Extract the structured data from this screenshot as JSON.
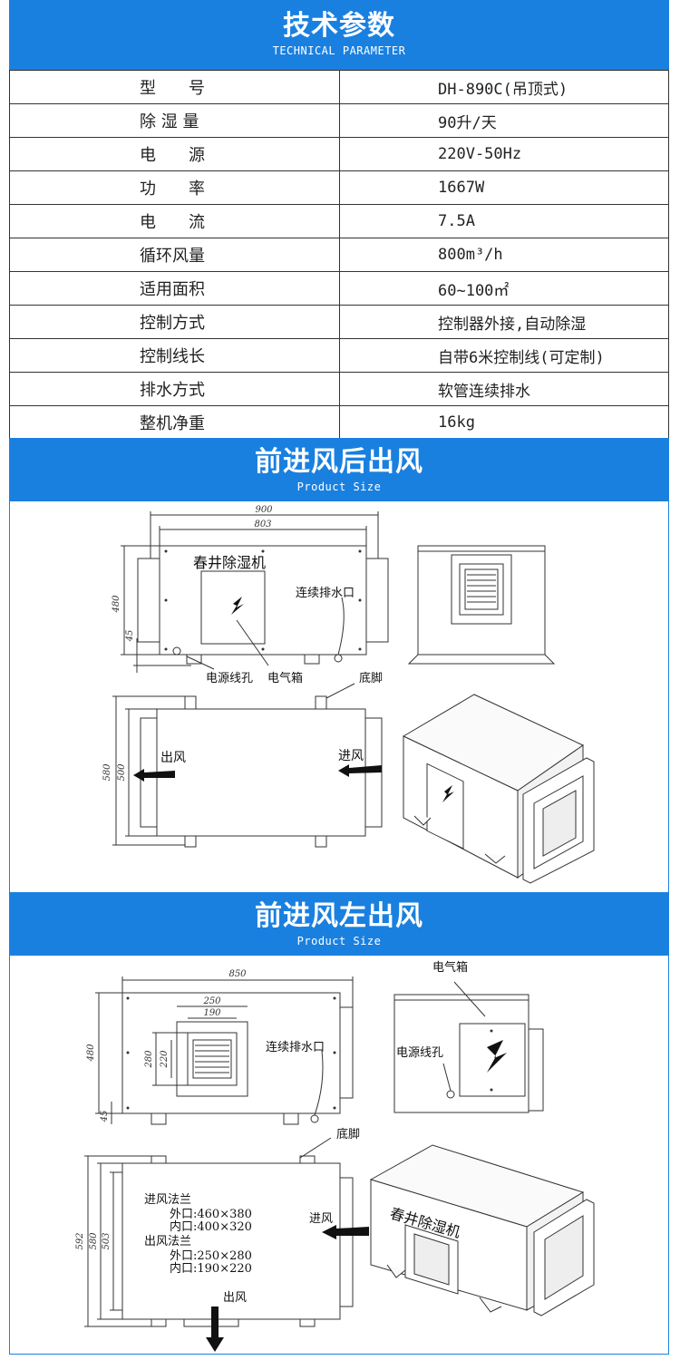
{
  "section1": {
    "title": "技术参数",
    "subtitle": "TECHNICAL PARAMETER"
  },
  "specs": [
    {
      "key": "型　　号",
      "value": "DH-890C(吊顶式)"
    },
    {
      "key": "除 湿 量",
      "value": "90升/天"
    },
    {
      "key": "电　　源",
      "value": "220V-50Hz"
    },
    {
      "key": "功　　率",
      "value": "1667W"
    },
    {
      "key": "电　　流",
      "value": "7.5A"
    },
    {
      "key": "循环风量",
      "value": "800m³/h"
    },
    {
      "key": "适用面积",
      "value": "60~100㎡"
    },
    {
      "key": "控制方式",
      "value": "控制器外接,自动除湿"
    },
    {
      "key": "控制线长",
      "value": "自带6米控制线(可定制)"
    },
    {
      "key": "排水方式",
      "value": "软管连续排水"
    },
    {
      "key": "整机净重",
      "value": "16kg"
    }
  ],
  "section2": {
    "title": "前进风后出风",
    "subtitle": "Product Size",
    "dims": {
      "d900": "900",
      "d803": "803",
      "d480": "480",
      "d45": "45",
      "d580": "580",
      "d500": "500"
    },
    "labels": {
      "brand": "春井除湿机",
      "drain": "连续排水口",
      "power_hole": "电源线孔",
      "electric_box": "电气箱",
      "foot": "底脚",
      "outlet": "出风",
      "inlet": "进风"
    }
  },
  "section3": {
    "title": "前进风左出风",
    "subtitle": "Product Size",
    "dims": {
      "d850": "850",
      "d250": "250",
      "d190": "190",
      "d480": "480",
      "d280": "280",
      "d220": "220",
      "d45": "45",
      "d592": "592",
      "d580": "580",
      "d503": "503"
    },
    "labels": {
      "electric_box": "电气箱",
      "drain": "连续排水口",
      "power_hole": "电源线孔",
      "foot": "底脚",
      "inlet": "进风",
      "outlet": "出风",
      "brand": "春井除湿机",
      "inlet_flange": "进风法兰",
      "inlet_outer": "外口:460×380",
      "inlet_inner": "内口:400×320",
      "outlet_flange": "出风法兰",
      "outlet_outer": "外口:250×280",
      "outlet_inner": "内口:190×220"
    }
  },
  "colors": {
    "accent": "#1a80e0",
    "line": "#333333"
  }
}
